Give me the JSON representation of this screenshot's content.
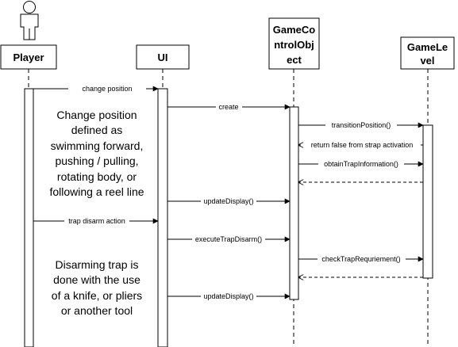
{
  "lifelines": [
    {
      "id": "player",
      "label_lines": [
        "Player"
      ]
    },
    {
      "id": "ui",
      "label_lines": [
        "UI"
      ]
    },
    {
      "id": "gco",
      "label_lines": [
        "GameCo",
        "ntrolObj",
        "ect"
      ]
    },
    {
      "id": "level",
      "label_lines": [
        "GameLe",
        "vel"
      ]
    }
  ],
  "messages": [
    {
      "text": "change position",
      "from": "player",
      "to": "ui",
      "kind": "sync"
    },
    {
      "text": "create",
      "from": "ui",
      "to": "gco",
      "kind": "sync"
    },
    {
      "text": "transitionPosition()",
      "from": "gco",
      "to": "level",
      "kind": "sync"
    },
    {
      "text": "return false from strap activation",
      "from": "level",
      "to": "gco",
      "kind": "return"
    },
    {
      "text": "obtainTrapInformation()",
      "from": "gco",
      "to": "level",
      "kind": "sync"
    },
    {
      "text": "",
      "from": "level",
      "to": "gco",
      "kind": "return"
    },
    {
      "text": "updateDisplay()",
      "from": "ui",
      "to": "gco",
      "kind": "sync"
    },
    {
      "text": "trap disarm action",
      "from": "player",
      "to": "ui",
      "kind": "sync"
    },
    {
      "text": "executeTrapDisarm()",
      "from": "ui",
      "to": "gco",
      "kind": "sync"
    },
    {
      "text": "checkTrapRequriement()",
      "from": "gco",
      "to": "level",
      "kind": "sync"
    },
    {
      "text": "",
      "from": "level",
      "to": "gco",
      "kind": "return"
    },
    {
      "text": "updateDisplay()",
      "from": "ui",
      "to": "gco",
      "kind": "sync"
    }
  ],
  "notes": [
    {
      "lines": [
        "Change position",
        "defined as",
        "swimming forward,",
        "pushing / pulling,",
        "rotating body, or",
        "following a reel line"
      ]
    },
    {
      "lines": [
        "Disarming trap is",
        "done with the use",
        "of a knife, or pliers",
        "or another tool"
      ]
    }
  ]
}
